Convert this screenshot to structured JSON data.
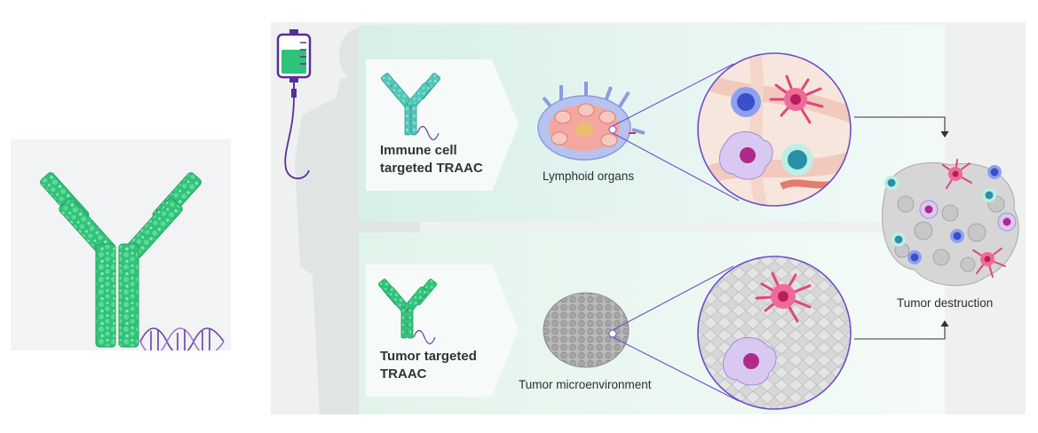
{
  "colors": {
    "antibody_green": "#2fc379",
    "antibody_teal": "#4ec7b8",
    "dna_purple": "#6b3fa8",
    "iv_purple": "#5a2d9c",
    "magnifier_outline": "#6c4fc9",
    "panel_bg": "#eef1f0",
    "upper_panel": "#e2f3ef",
    "lower_panel": "#eaf6f0"
  },
  "upper_row": {
    "title_line1": "Immune cell",
    "title_line2": "targeted TRAAC",
    "organ_label": "Lymphoid organs"
  },
  "lower_row": {
    "title_line1": "Tumor targeted",
    "title_line2": "TRAAC",
    "organ_label": "Tumor microenvironment"
  },
  "result": {
    "label": "Tumor destruction"
  },
  "icons": {
    "left_figure": "antibody-dna-conjugate-icon",
    "iv_bag": "iv-bag-icon",
    "silhouette": "human-silhouette",
    "lymph_node": "lymph-node-icon",
    "tumor": "tumor-cell-cluster-icon",
    "destroyed_tumor": "destroyed-tumor-icon"
  }
}
